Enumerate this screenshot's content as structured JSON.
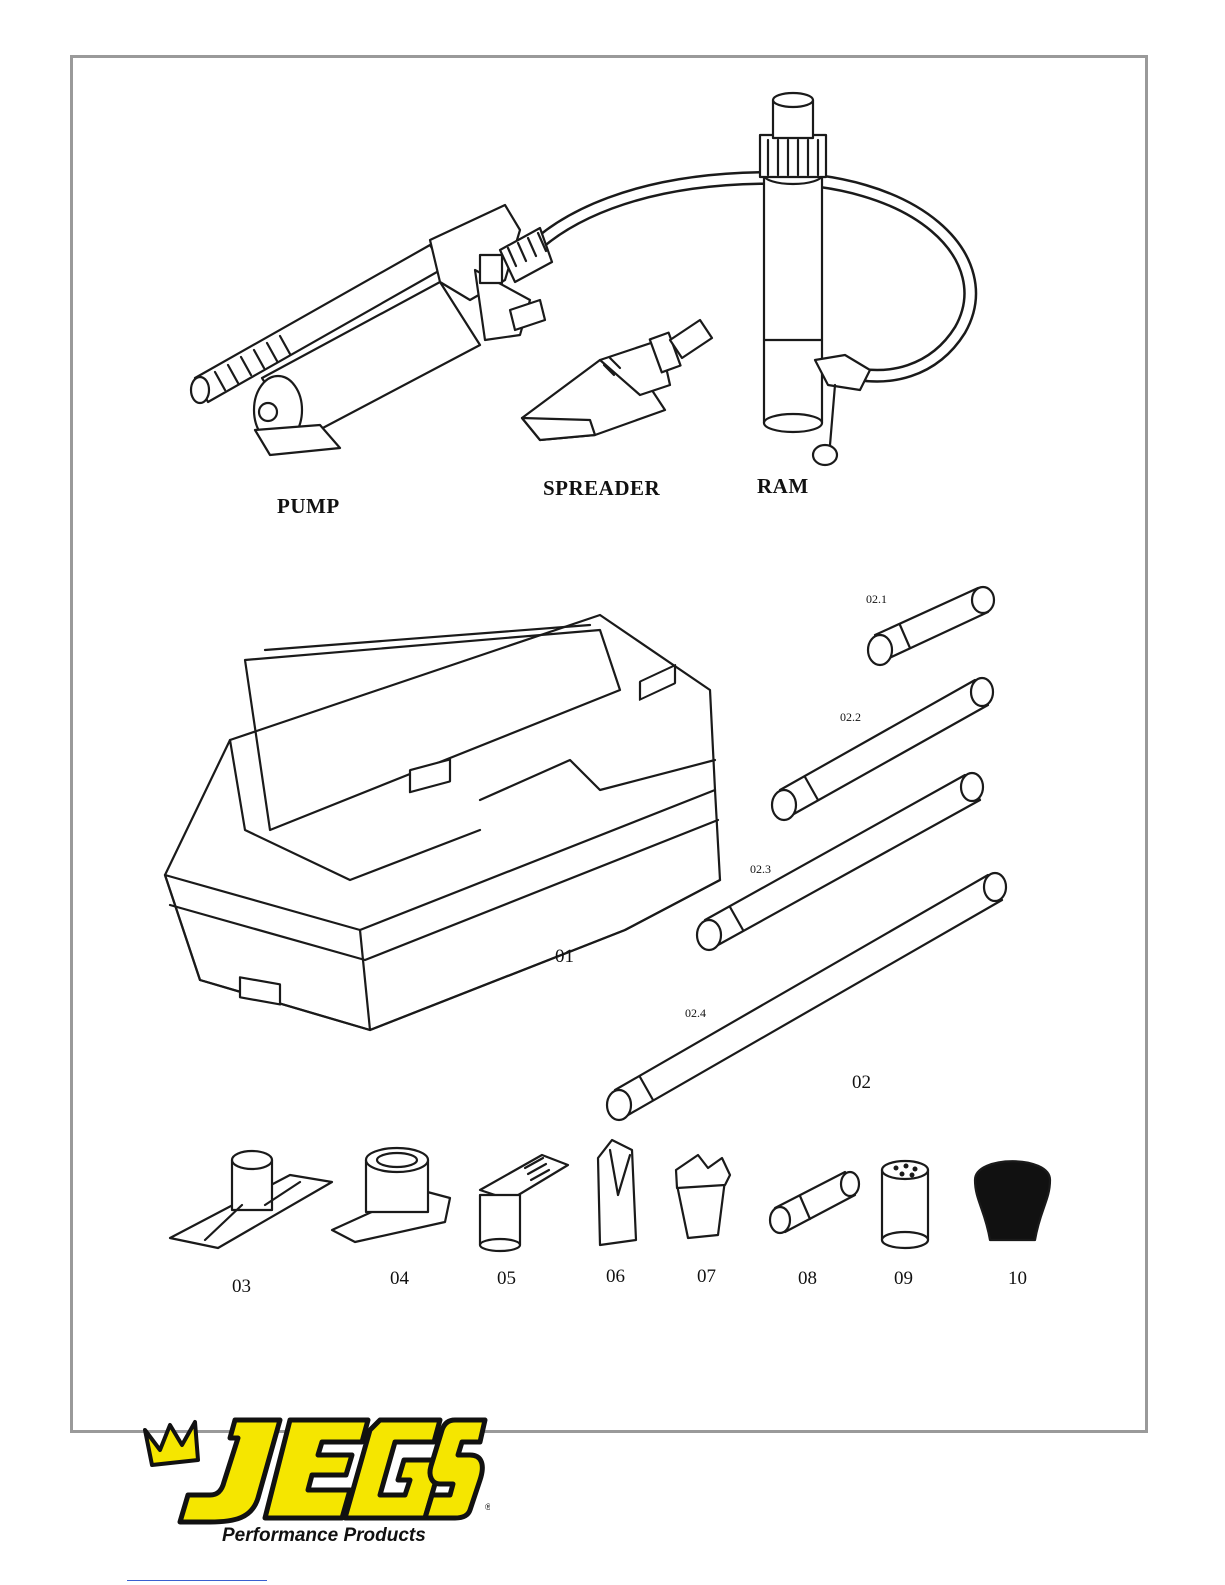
{
  "labels": {
    "pump": "PUMP",
    "spreader": "SPREADER",
    "ram": "RAM",
    "case": "01",
    "tubes": "02",
    "tube_1": "02.1",
    "tube_2": "02.2",
    "tube_3": "02.3",
    "tube_4": "02.4",
    "part_03": "03",
    "part_04": "04",
    "part_05": "05",
    "part_06": "06",
    "part_07": "07",
    "part_08": "08",
    "part_09": "09",
    "part_10": "10"
  },
  "brand": {
    "logo_text": "JEGS",
    "tagline": "Performance Products",
    "logo_color": "#f5e600"
  }
}
